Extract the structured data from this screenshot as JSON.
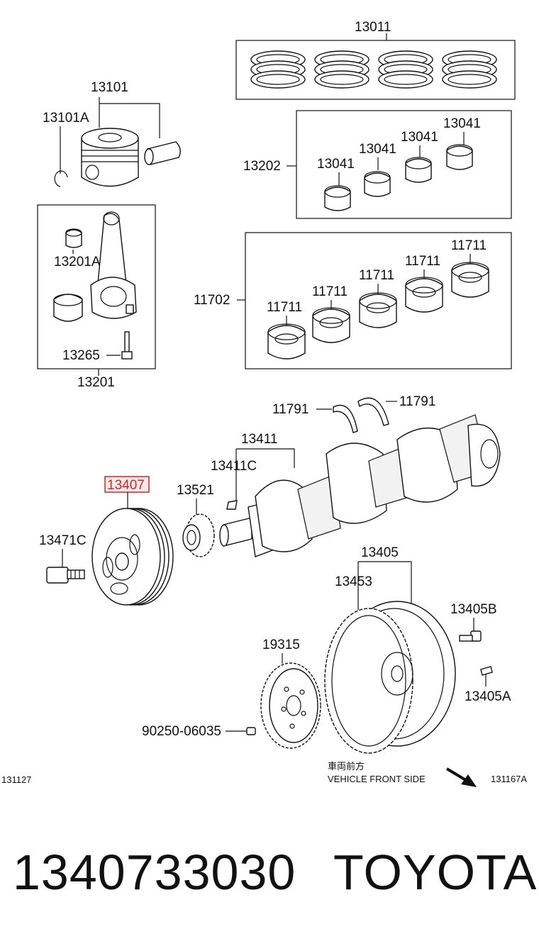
{
  "labels": {
    "rings_set": "13011",
    "piston": "13101",
    "piston_clip": "13101A",
    "conrod_bearing_set": "13202",
    "conrod_bearing_a": "13041",
    "conrod_bearing_b": "13041",
    "conrod_bearing_c": "13041",
    "conrod_bearing_d": "13041",
    "conrod_bushing": "13201A",
    "conrod_bolt": "13265",
    "conrod": "13201",
    "main_bearing_set": "11702",
    "main_bearing_1": "11711",
    "main_bearing_2": "11711",
    "main_bearing_3": "11711",
    "main_bearing_4": "11711",
    "main_bearing_5": "11711",
    "thrust_washer_left": "11791",
    "thrust_washer_right": "11791",
    "crankshaft": "13411",
    "crank_key": "13411C",
    "timing_gear": "13521",
    "pulley": "13407",
    "pulley_bolt": "13471C",
    "flywheel_assy": "13405",
    "ring_gear": "13453",
    "flywheel_bolt": "13405B",
    "flywheel_pin": "13405A",
    "drive_plate": "19315",
    "pin_9025": "90250-06035"
  },
  "front_note": {
    "japanese": "車両前方",
    "english": "VEHICLE FRONT SIDE"
  },
  "figure_codes": {
    "left": "131127",
    "right": "131167A"
  },
  "footer": {
    "part_number": "1340733030",
    "brand": "TOYOTA"
  },
  "colors": {
    "highlight_border": "#cc2a2a",
    "highlight_fill": "#fde7e7",
    "ink": "#111111"
  }
}
